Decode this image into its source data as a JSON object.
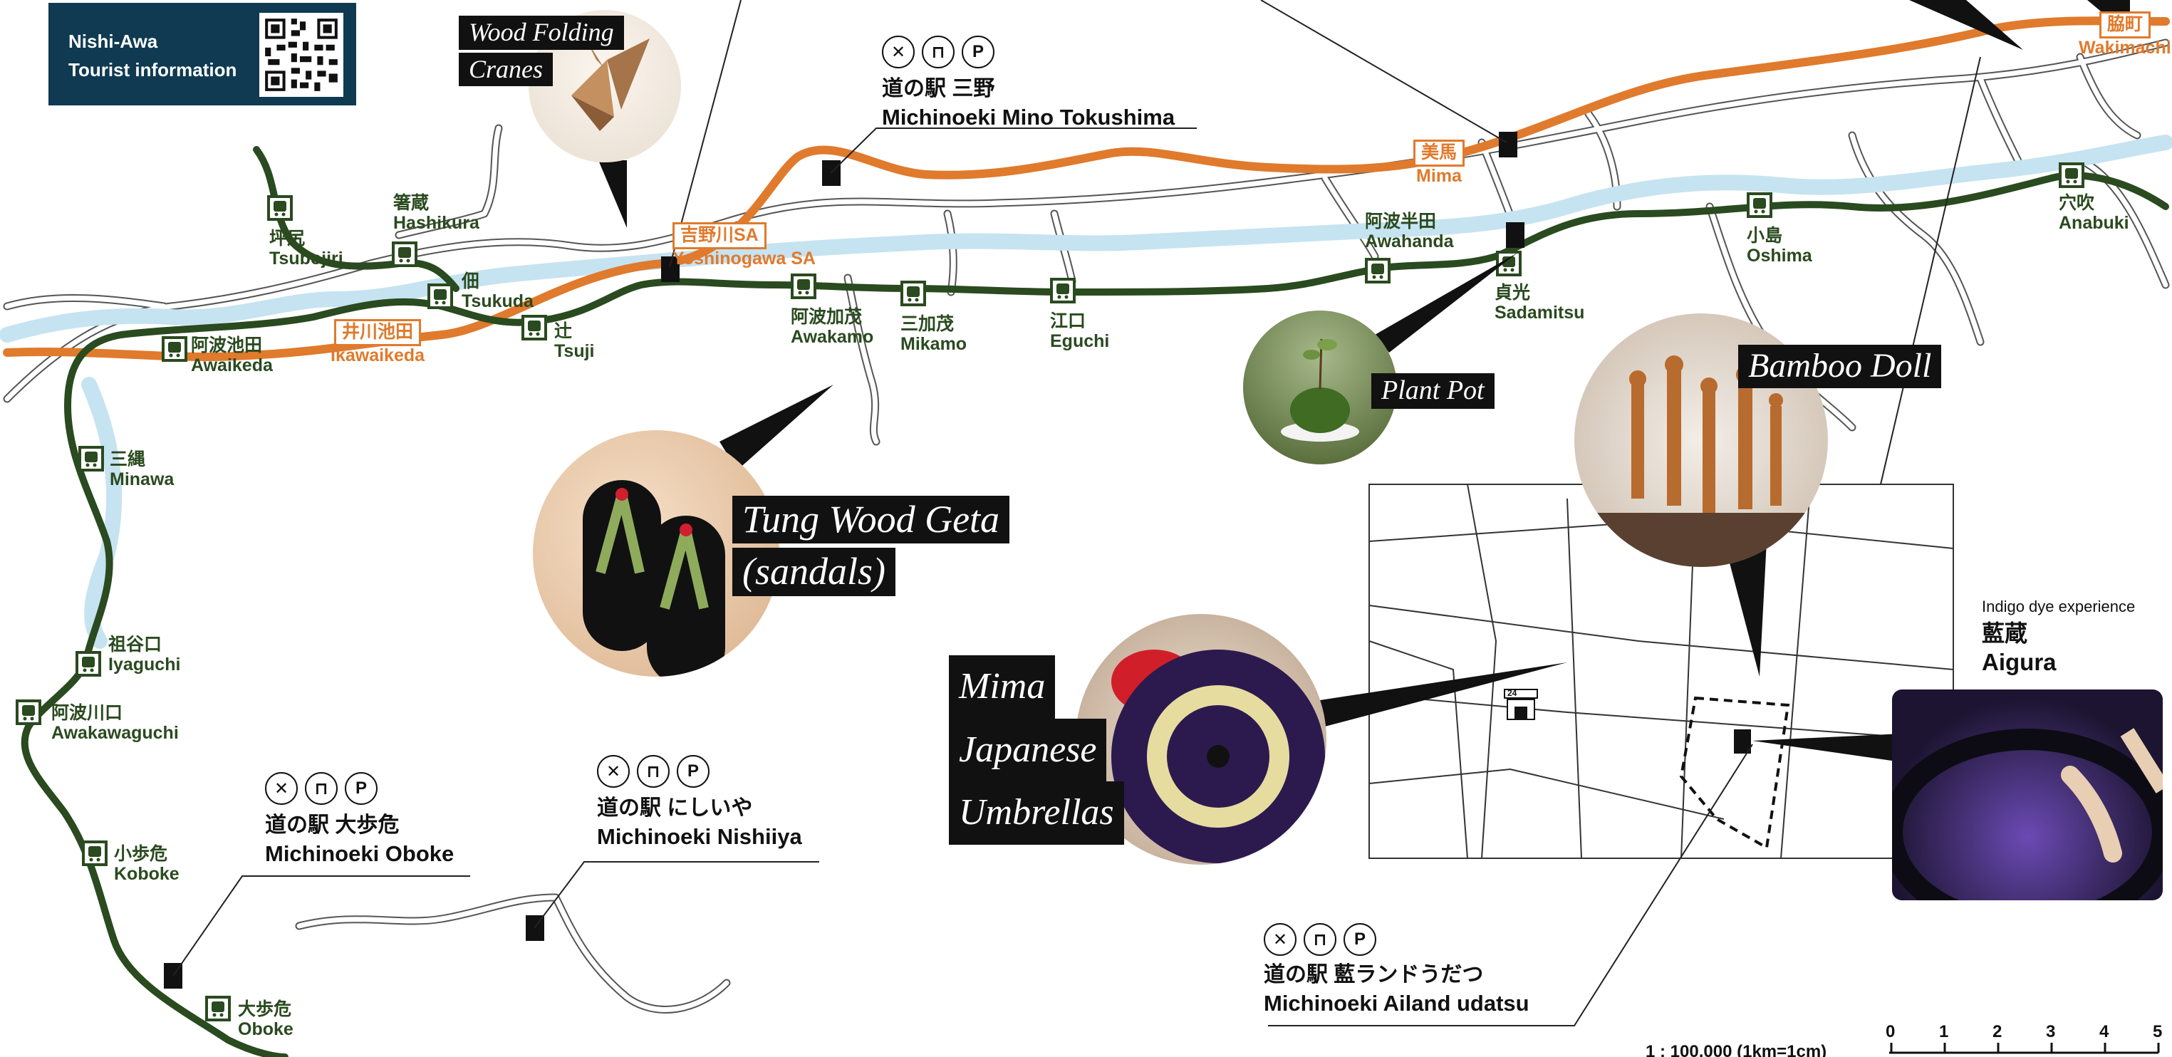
{
  "info_panel": {
    "line1": "Nishi-Awa",
    "line2": "Tourist information"
  },
  "colors": {
    "rail": "#2a4a1f",
    "road": "#e07a2c",
    "river": "#c6e3f1",
    "panel": "#0f3a52"
  },
  "stations": [
    {
      "jp": "坪尻",
      "en": "Tsubojiri"
    },
    {
      "jp": "箸蔵",
      "en": "Hashikura"
    },
    {
      "jp": "佃",
      "en": "Tsukuda"
    },
    {
      "jp": "辻",
      "en": "Tsuji"
    },
    {
      "jp": "阿波池田",
      "en": "Awaikeda"
    },
    {
      "jp": "阿波加茂",
      "en": "Awakamo"
    },
    {
      "jp": "三加茂",
      "en": "Mikamo"
    },
    {
      "jp": "江口",
      "en": "Eguchi"
    },
    {
      "jp": "阿波半田",
      "en": "Awahanda"
    },
    {
      "jp": "貞光",
      "en": "Sadamitsu"
    },
    {
      "jp": "小島",
      "en": "Oshima"
    },
    {
      "jp": "穴吹",
      "en": "Anabuki"
    },
    {
      "jp": "三縄",
      "en": "Minawa"
    },
    {
      "jp": "祖谷口",
      "en": "Iyaguchi"
    },
    {
      "jp": "阿波川口",
      "en": "Awakawaguchi"
    },
    {
      "jp": "小歩危",
      "en": "Koboke"
    },
    {
      "jp": "大歩危",
      "en": "Oboke"
    }
  ],
  "road_points": [
    {
      "jp": "井川池田",
      "en": "Ikawaikeda"
    },
    {
      "jp": "吉野川SA",
      "en": "Yoshinogawa SA"
    },
    {
      "jp": "美馬",
      "en": "Mima"
    },
    {
      "jp": "脇町",
      "en": "Wakimachi"
    }
  ],
  "michinoeki": [
    {
      "jp": "道の駅 三野",
      "en": "Michinoeki Mino Tokushima"
    },
    {
      "jp": "道の駅 大歩危",
      "en": "Michinoeki Oboke"
    },
    {
      "jp": "道の駅 にしいや",
      "en": "Michinoeki Nishiiya"
    },
    {
      "jp": "道の駅 藍ランドうだつ",
      "en": "Michinoeki Ailand udatsu"
    }
  ],
  "attractions": {
    "cranes": [
      "Wood Folding",
      "Cranes"
    ],
    "plant_pot": "Plant Pot",
    "geta": [
      "Tung Wood Geta",
      "(sandals)"
    ],
    "bamboo": "Bamboo Doll",
    "umbrellas": [
      "Mima",
      "Japanese",
      "Umbrellas"
    ],
    "aigura": {
      "caption": "Indigo dye experience",
      "jp": "藍蔵",
      "en": "Aigura"
    }
  },
  "facility_icons": {
    "restaurant": "fork-knife-icon",
    "shop": "shopping-bag-icon",
    "parking": "P"
  },
  "convenience_store_label": "24",
  "scale": {
    "text": "1 : 100,000 (1km=1cm)",
    "ticks": [
      "0",
      "1",
      "2",
      "3",
      "4",
      "5"
    ]
  }
}
